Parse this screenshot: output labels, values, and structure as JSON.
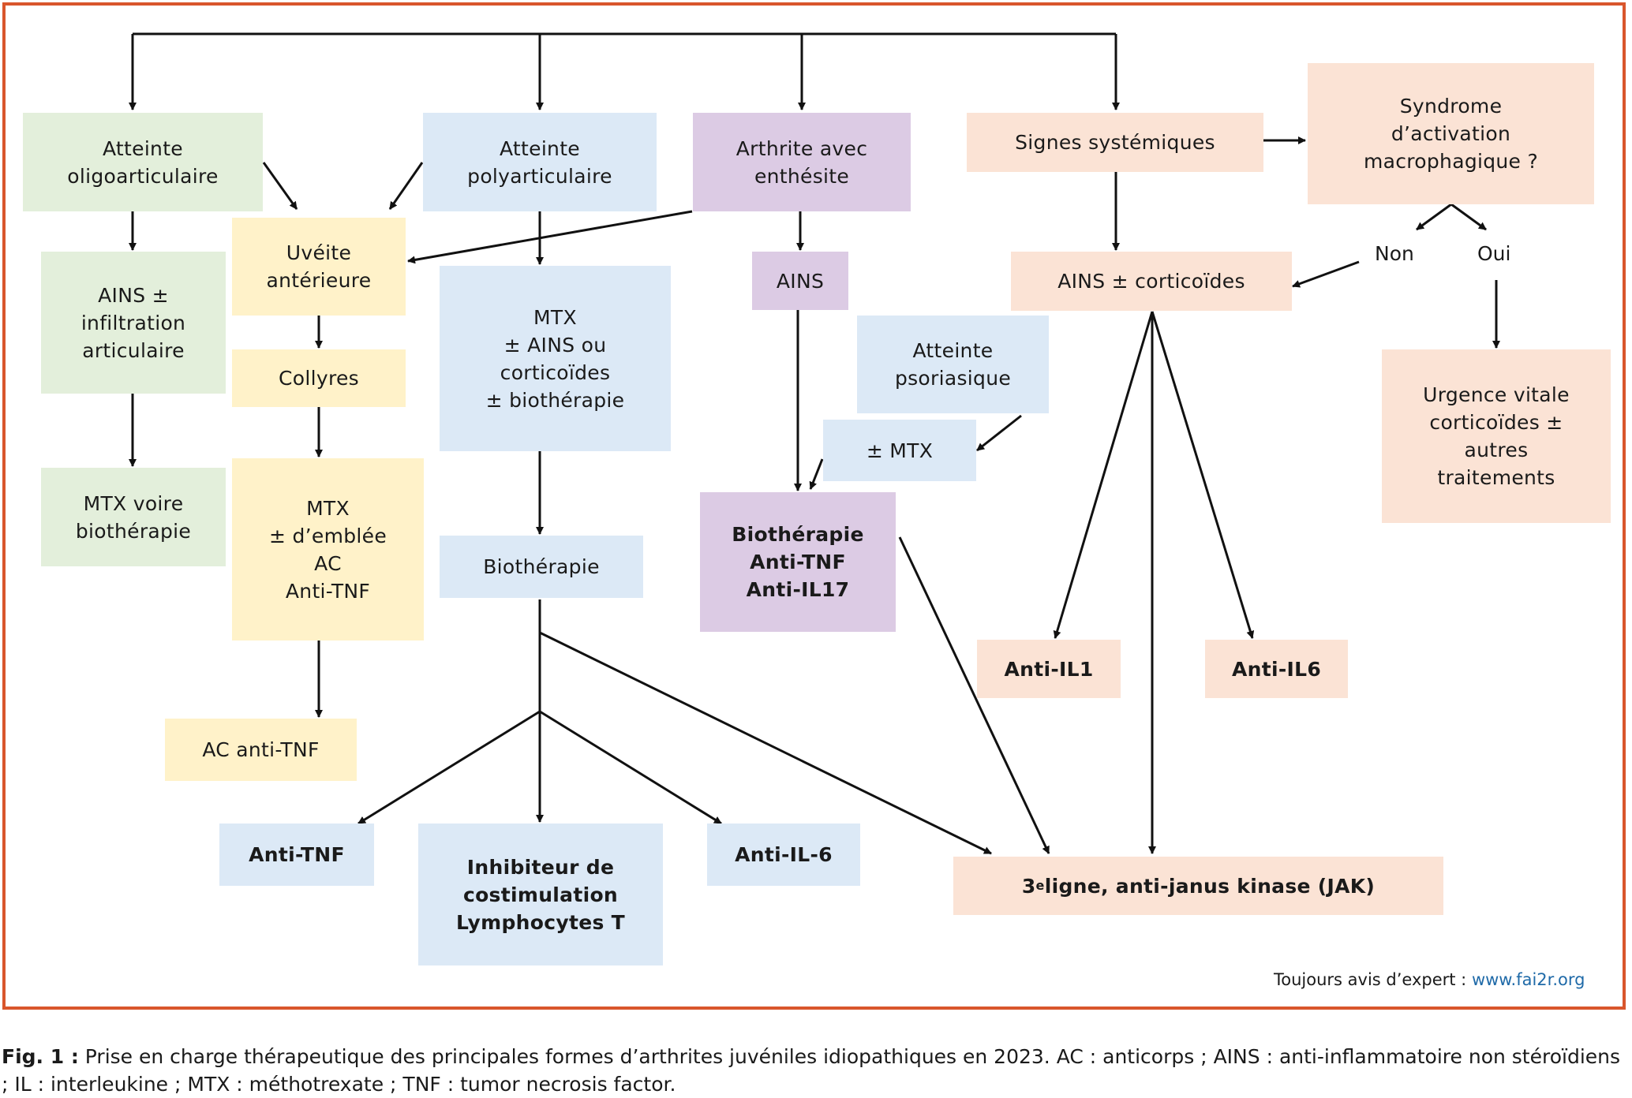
{
  "boxes": {
    "oligo": "Atteinte\noligoarticulaire",
    "poly": "Atteinte\npolyarticulaire",
    "enthesite": "Arthrite avec\nenthésite",
    "systemic": "Signes systémiques",
    "sam": "Syndrome\nd’activation\nmacrophagique ?",
    "uveite": "Uvéite\nantérieure",
    "ains_infiltration": "AINS ±\ninfiltration\narticulaire",
    "collyres": "Collyres",
    "mtx_poly": "MTX\n± AINS ou\ncorticoïdes\n± biothérapie",
    "ains_enthesite": "AINS",
    "ains_cortico": "AINS ± corticoïdes",
    "psoriasique": "Atteinte\npsoriasique",
    "pm_mtx": "± MTX",
    "mtx_voire": "MTX voire\nbiothérapie",
    "mtx_uveite": "MTX\n± d’emblée\nAC\nAnti-TNF",
    "biotherapie": "Biothérapie",
    "bio_enthesite": "Biothérapie\nAnti-TNF\nAnti-IL17",
    "urgence": "Urgence vitale\ncorticoïdes ±\nautres\ntraitements",
    "anti_il1": "Anti-IL1",
    "anti_il6_sys": "Anti-IL6",
    "ac_anti_tnf": "AC anti-TNF",
    "anti_tnf": "Anti-TNF",
    "inhibiteur": "Inhibiteur de\ncostimulation\nLymphocytes T",
    "anti_il6": "Anti-IL-6",
    "jak_prefix": "3",
    "jak_sup": "e",
    "jak_rest": " ligne, anti-janus kinase (JAK)"
  },
  "labels": {
    "non": "Non",
    "oui": "Oui"
  },
  "note": {
    "text": "Toujours avis d’expert : ",
    "link": "www.fai2r.org"
  },
  "caption": {
    "fig": "Fig. 1 :",
    "text": " Prise en charge thérapeutique des principales formes d’arthrites juvéniles idiopathiques en 2023. AC : anticorps ; AINS : anti-inflammatoire non stéroïdiens ; IL : interleukine ; MTX : méthotrexate ; TNF : tumor necrosis factor."
  },
  "colors": {
    "border": "#d9562c",
    "green": "#e3efdb",
    "blue": "#dce9f6",
    "purple": "#dccbe4",
    "yellow": "#fff2c9",
    "peach": "#fbe3d5",
    "link": "#1f6aa8"
  }
}
